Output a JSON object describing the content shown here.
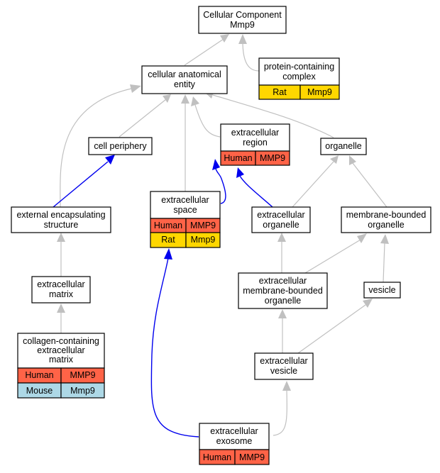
{
  "colors": {
    "human": "#ff6347",
    "rat": "#ffd700",
    "mouse": "#add8e6",
    "edge_isa": "#c0c0c0",
    "edge_partof": "#0000ee"
  },
  "nodes": {
    "root": {
      "lines": [
        "Cellular Component",
        "Mmp9"
      ]
    },
    "protein_complex": {
      "lines": [
        "protein-containing",
        "complex"
      ],
      "annotations": [
        {
          "species": "Rat",
          "gene": "Mmp9"
        }
      ]
    },
    "anatomical_entity": {
      "lines": [
        "cellular anatomical",
        "entity"
      ]
    },
    "cell_periphery": {
      "lines": [
        "cell periphery"
      ]
    },
    "extracellular_region": {
      "lines": [
        "extracellular",
        "region"
      ],
      "annotations": [
        {
          "species": "Human",
          "gene": "MMP9"
        }
      ]
    },
    "organelle": {
      "lines": [
        "organelle"
      ]
    },
    "external_encapsulating": {
      "lines": [
        "external encapsulating",
        "structure"
      ]
    },
    "extracellular_space": {
      "lines": [
        "extracellular",
        "space"
      ],
      "annotations": [
        {
          "species": "Human",
          "gene": "MMP9"
        },
        {
          "species": "Rat",
          "gene": "Mmp9"
        }
      ]
    },
    "extracellular_organelle": {
      "lines": [
        "extracellular",
        "organelle"
      ]
    },
    "membrane_bounded_organelle": {
      "lines": [
        "membrane-bounded",
        "organelle"
      ]
    },
    "extracellular_matrix": {
      "lines": [
        "extracellular",
        "matrix"
      ]
    },
    "ec_membrane_bounded_organelle": {
      "lines": [
        "extracellular",
        "membrane-bounded",
        "organelle"
      ]
    },
    "vesicle": {
      "lines": [
        "vesicle"
      ]
    },
    "collagen_matrix": {
      "lines": [
        "collagen-containing",
        "extracellular",
        "matrix"
      ],
      "annotations": [
        {
          "species": "Human",
          "gene": "MMP9"
        },
        {
          "species": "Mouse",
          "gene": "Mmp9"
        }
      ]
    },
    "extracellular_vesicle": {
      "lines": [
        "extracellular",
        "vesicle"
      ]
    },
    "extracellular_exosome": {
      "lines": [
        "extracellular",
        "exosome"
      ],
      "annotations": [
        {
          "species": "Human",
          "gene": "MMP9"
        }
      ]
    }
  }
}
